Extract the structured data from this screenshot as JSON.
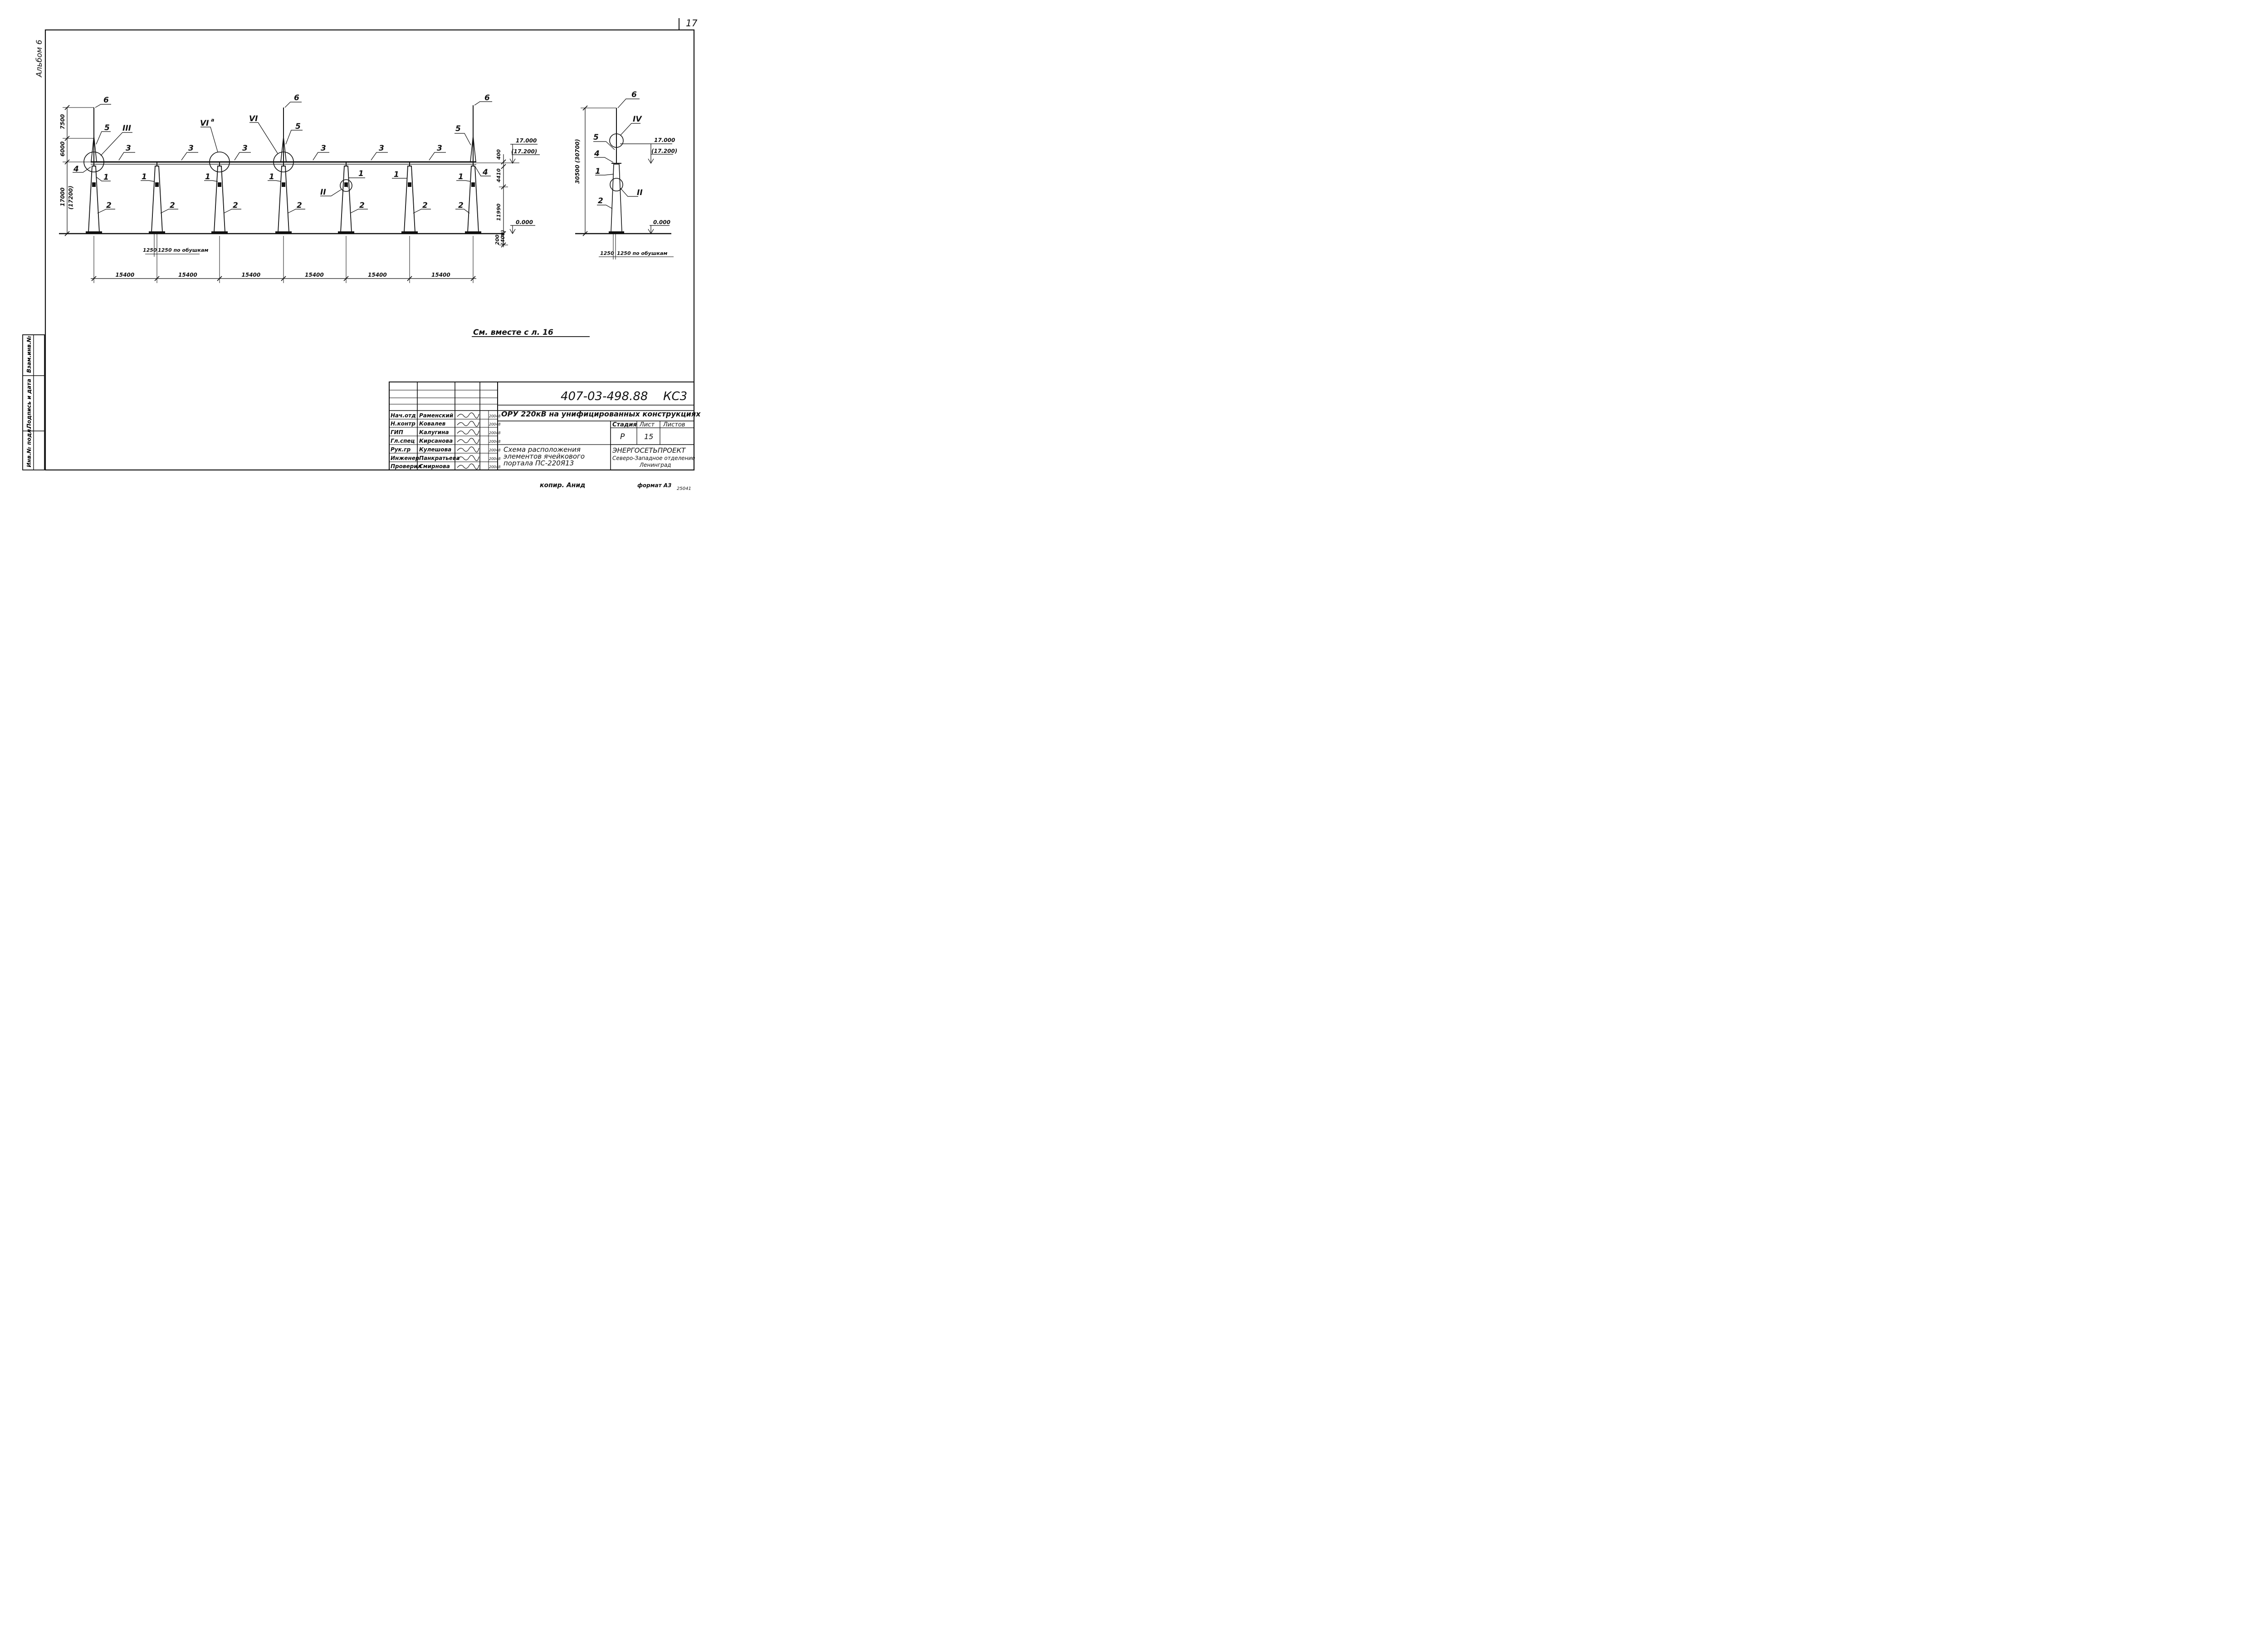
{
  "sheet_number": "17",
  "album_label": "Альбом 6",
  "document_code": "407-03-498.88",
  "document_mark": "КС3",
  "project_title": "ОРУ 220кВ на унифицированных конструкциях",
  "drawing_title": [
    "Схема расположения",
    "элементов ячейкового",
    "портала  ПС-220Я13"
  ],
  "stage_header": "Стадия",
  "sheet_header": "Лист",
  "sheets_header": "Листов",
  "stage_value": "Р",
  "sheet_value": "15",
  "organization": [
    "ЭНЕРГОСЕТЬПРОЕКТ",
    "Северо-Западное отделение",
    "Ленинград"
  ],
  "see_also": "См.  вместе   с л. 16",
  "copied_by": "копир.   Анид",
  "format_label": "формат А3",
  "corner_code": "25041",
  "side_stamp": [
    "Инв.№ подл.",
    "Подпись и дата",
    "Взам.инв.№"
  ],
  "signatories": [
    {
      "role": "Нач.отд",
      "name": "Раменский",
      "date": "20048"
    },
    {
      "role": "Н.контр",
      "name": "Ковалев",
      "date": "20048"
    },
    {
      "role": "ГИП",
      "name": "Калугина",
      "date": "20048"
    },
    {
      "role": "Гл.спец",
      "name": "Кирсанова",
      "date": "20048"
    },
    {
      "role": "Рук.гр",
      "name": "Кулешова",
      "date": "20048"
    },
    {
      "role": "Инженер",
      "name": "Панкратьева",
      "date": "20048"
    },
    {
      "role": "Проверил",
      "name": "Смирнова",
      "date": "20048"
    }
  ],
  "callout_labels": {
    "mast": "6",
    "peak": "5",
    "beam": "3",
    "node": "4",
    "top_column": "1",
    "base_column": "2",
    "detail_III": "III",
    "detail_VIa": "VI",
    "detail_VIa_sup": "а",
    "detail_VI": "VI",
    "detail_II": "II",
    "detail_IV": "IV"
  },
  "front_view": {
    "spans": [
      "15400",
      "15400",
      "15400",
      "15400",
      "15400",
      "15400"
    ],
    "left_dims": [
      "7500",
      "6000",
      "17000",
      "(17200)"
    ],
    "right_dims": [
      "400",
      "4410",
      "11990",
      "200",
      "(400)"
    ],
    "elevation_top": "17.000",
    "elevation_top_alt": "(17.200)",
    "elevation_zero": "0.000",
    "base_dims": [
      "1250",
      "1250 по обушкам"
    ]
  },
  "side_view": {
    "height": "30500  (30700)",
    "elevation_top": "17.000",
    "elevation_top_alt": "(17.200)",
    "elevation_zero": "0.000",
    "base_dims": [
      "1250",
      "1250  по обушкам"
    ]
  }
}
